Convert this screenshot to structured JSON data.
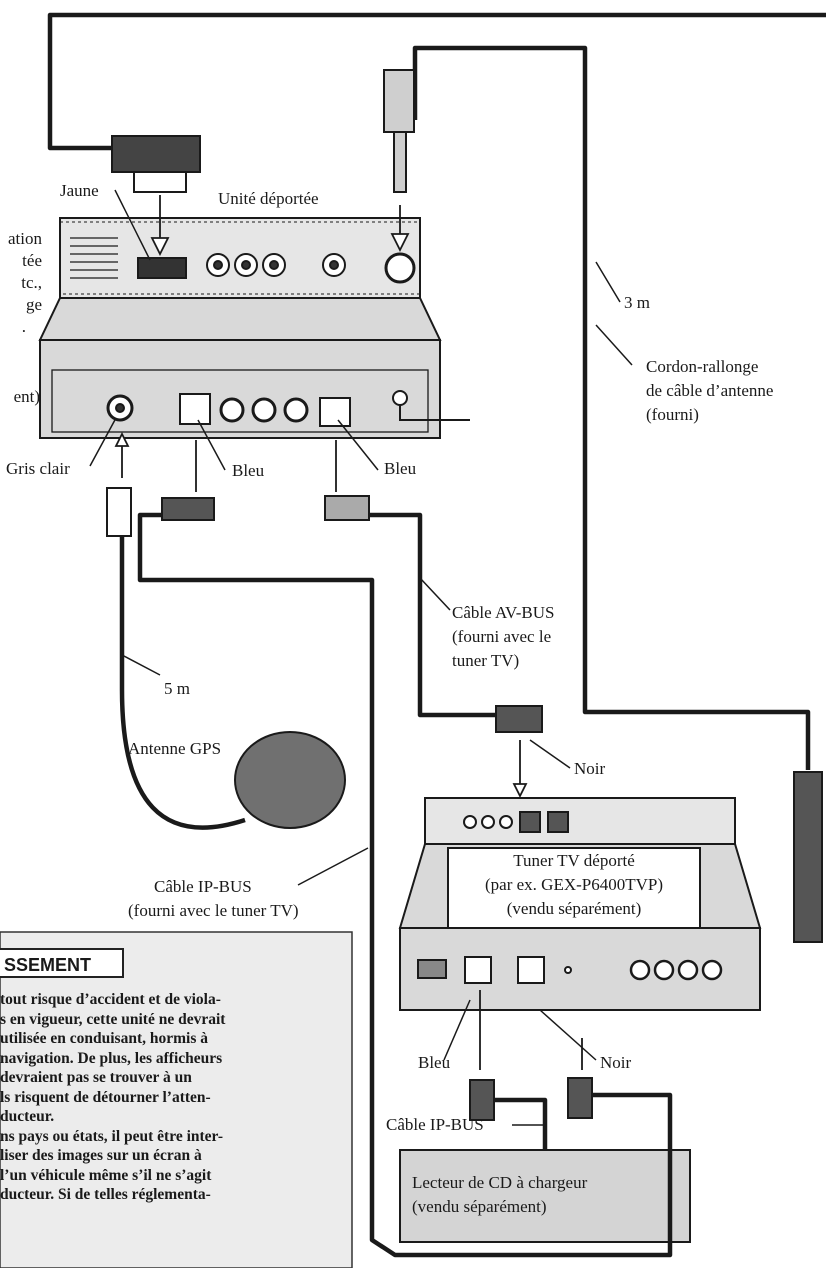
{
  "labels": {
    "jaune": "Jaune",
    "unite_deportee": "Unité déportée",
    "left_partial": [
      "ation",
      "tée",
      "tc.,",
      "ge",
      ".",
      "ent)"
    ],
    "trois_m": "3 m",
    "cordon": [
      "Cordon-rallonge",
      "de câble d’antenne",
      "(fourni)"
    ],
    "gris_clair": "Gris clair",
    "bleu_1": "Bleu",
    "bleu_2": "Bleu",
    "cable_av_bus": [
      "Câble AV-BUS",
      "(fourni avec le",
      "tuner TV)"
    ],
    "cinq_m": "5 m",
    "antenne_gps": "Antenne GPS",
    "noir_top": "Noir",
    "cable_ip_bus_top": [
      "Câble IP-BUS",
      "(fourni avec le tuner TV)"
    ],
    "tuner_box": [
      "Tuner TV déporté",
      "(par ex. GEX-P6400TVP)",
      "(vendu séparément)"
    ],
    "bleu_3": "Bleu",
    "noir_bottom": "Noir",
    "cable_ip_bus_bottom": "Câble IP-BUS",
    "cd_box": [
      "Lecteur de CD à chargeur",
      "(vendu séparément)"
    ]
  },
  "warning": {
    "title": "SSEMENT",
    "lines": [
      "tout risque d’accident et de viola-",
      "s en vigueur, cette unité ne devrait",
      "utilisée en conduisant, hormis à",
      "navigation. De plus, les afficheurs",
      "devraient pas se trouver à un",
      "ls risquent de détourner l’atten-",
      "ducteur.",
      "ns pays ou états, il peut être inter-",
      "liser des images sur un écran à",
      "l’un véhicule même s’il ne s’agit",
      "ducteur. Si de telles réglementa-"
    ]
  },
  "colors": {
    "line": "#1a1a1a",
    "device_fill": "#d9d9d9",
    "device_top": "#e6e6e6",
    "label_box_fill": "#ffffff",
    "cd_box_fill": "#d4d4d4",
    "warning_fill": "#ececec"
  }
}
